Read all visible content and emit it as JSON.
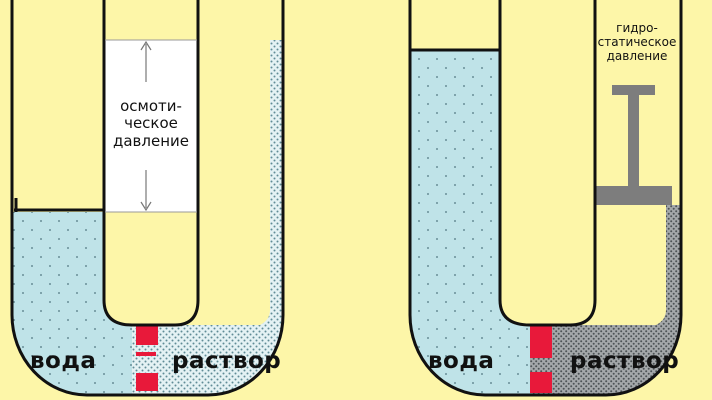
{
  "left_panel": {
    "osmotic_label": [
      "осмоти-",
      "ческое",
      "давление"
    ],
    "water_label": "вода",
    "solution_label": "раствор"
  },
  "right_panel": {
    "hydrostatic_label": [
      "гидро-",
      "статическое",
      "давление"
    ],
    "water_label": "вода",
    "solution_label": "раствор"
  },
  "colors": {
    "background": "#fdf6a8",
    "water": "#bfe3e8",
    "solution_light": "#e4f2f4",
    "solution_dark": "#9fa4a6",
    "membrane": "#e8193a",
    "piston": "#7d7d7d",
    "outline": "#111111"
  }
}
